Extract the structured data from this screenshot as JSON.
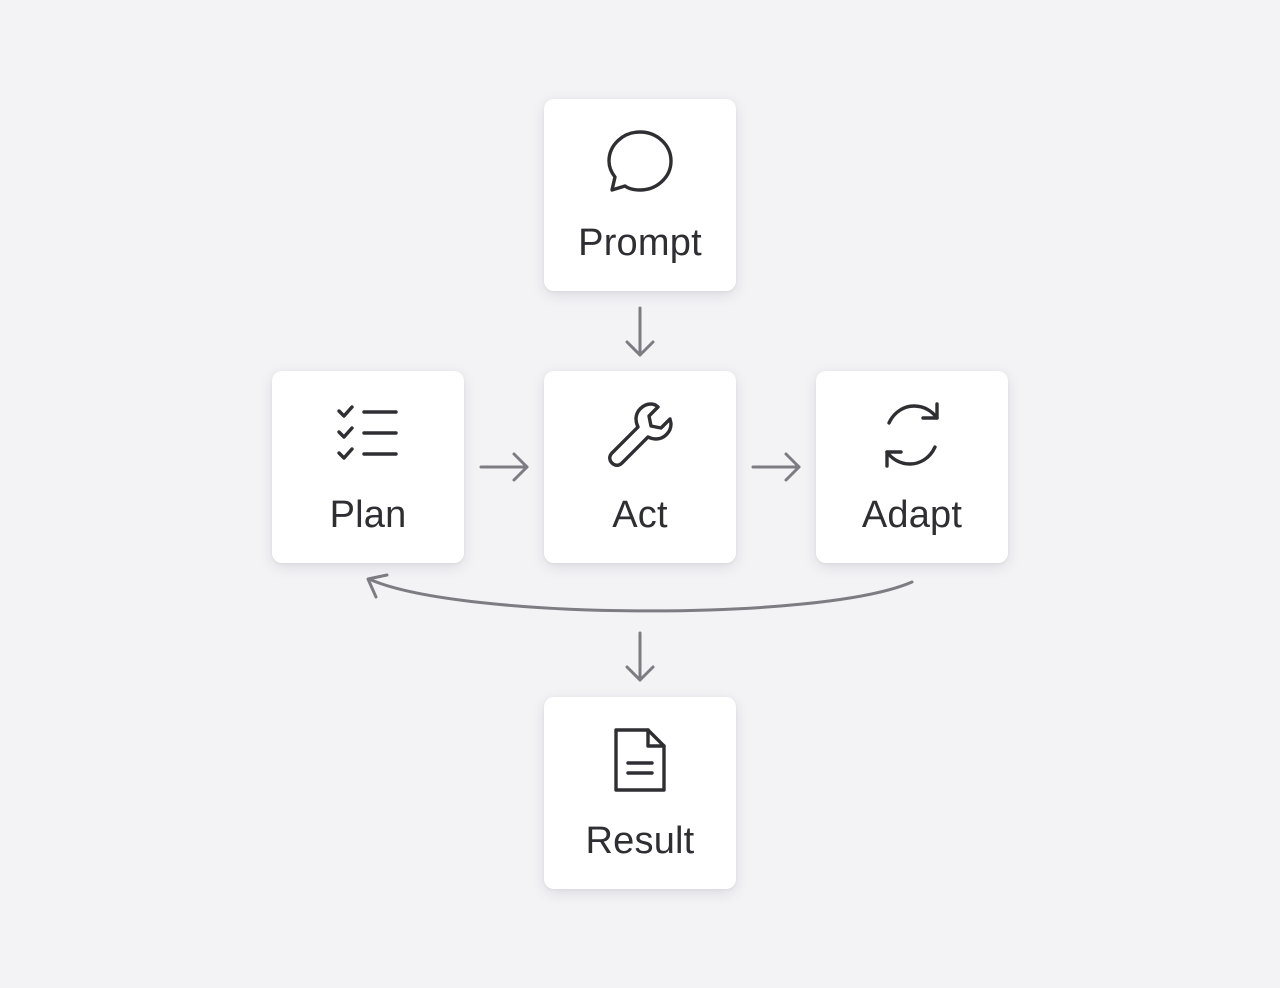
{
  "nodes": {
    "prompt": {
      "label": "Prompt",
      "icon": "speech-bubble-icon"
    },
    "plan": {
      "label": "Plan",
      "icon": "checklist-icon"
    },
    "act": {
      "label": "Act",
      "icon": "wrench-icon"
    },
    "adapt": {
      "label": "Adapt",
      "icon": "refresh-icon"
    },
    "result": {
      "label": "Result",
      "icon": "document-icon"
    }
  },
  "edges": [
    {
      "from": "Prompt",
      "to": "Act"
    },
    {
      "from": "Plan",
      "to": "Act"
    },
    {
      "from": "Act",
      "to": "Adapt"
    },
    {
      "from": "Adapt",
      "to": "Plan"
    },
    {
      "from": "Adapt",
      "to": "Result"
    }
  ],
  "colors": {
    "background": "#f3f2f5",
    "card": "#ffffff",
    "text": "#2f2f33",
    "connector": "#7c7c82"
  }
}
